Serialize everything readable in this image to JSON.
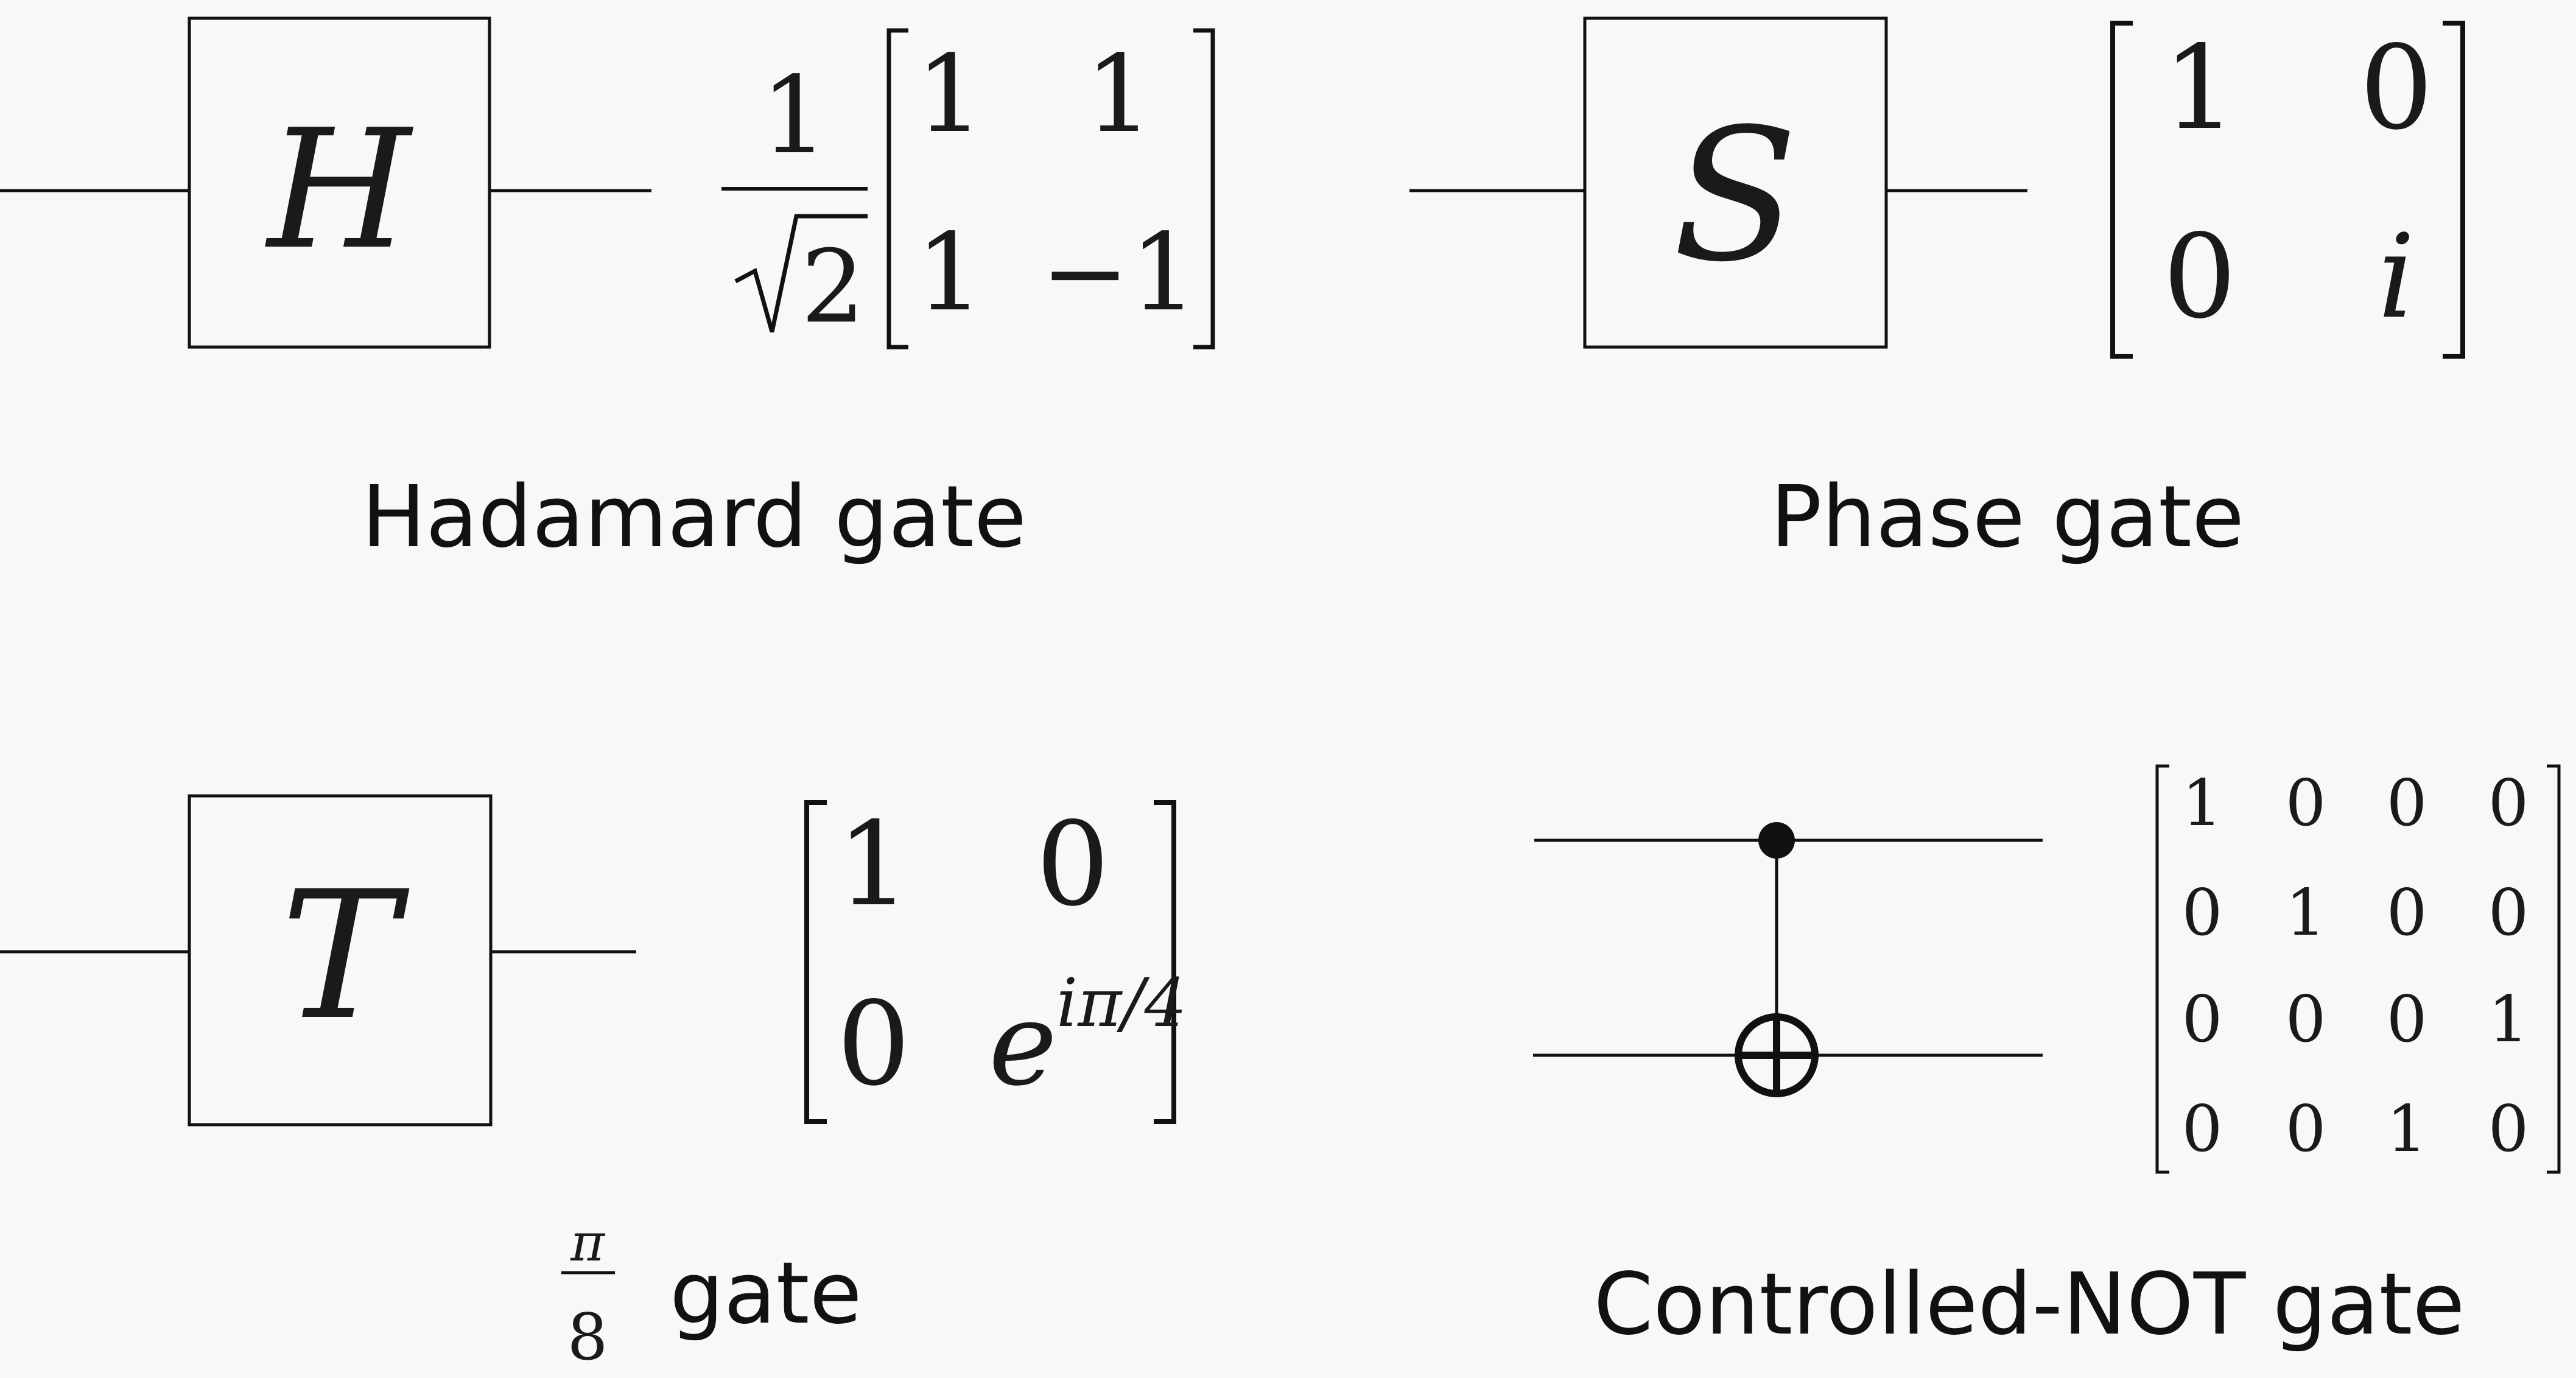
{
  "background": "#f8f8f8",
  "ink": "#111111",
  "gates": {
    "hadamard": {
      "symbol": "H",
      "prefactor_num": "1",
      "prefactor_den": "2",
      "matrix": [
        [
          "1",
          "1"
        ],
        [
          "1",
          "−1"
        ]
      ],
      "label": "Hadamard gate"
    },
    "phase": {
      "symbol": "S",
      "matrix": [
        [
          "1",
          "0"
        ],
        [
          "0",
          "i"
        ]
      ],
      "label": "Phase gate"
    },
    "t_gate": {
      "symbol": "T",
      "matrix": [
        [
          "1",
          "0"
        ],
        [
          "0",
          "e"
        ]
      ],
      "exponent": "iπ/4",
      "label_frac_num": "π",
      "label_frac_den": "8",
      "label_word": "gate"
    },
    "cnot": {
      "matrix": [
        [
          "1",
          "0",
          "0",
          "0"
        ],
        [
          "0",
          "1",
          "0",
          "0"
        ],
        [
          "0",
          "0",
          "0",
          "1"
        ],
        [
          "0",
          "0",
          "1",
          "0"
        ]
      ],
      "label": "Controlled-NOT gate"
    }
  }
}
